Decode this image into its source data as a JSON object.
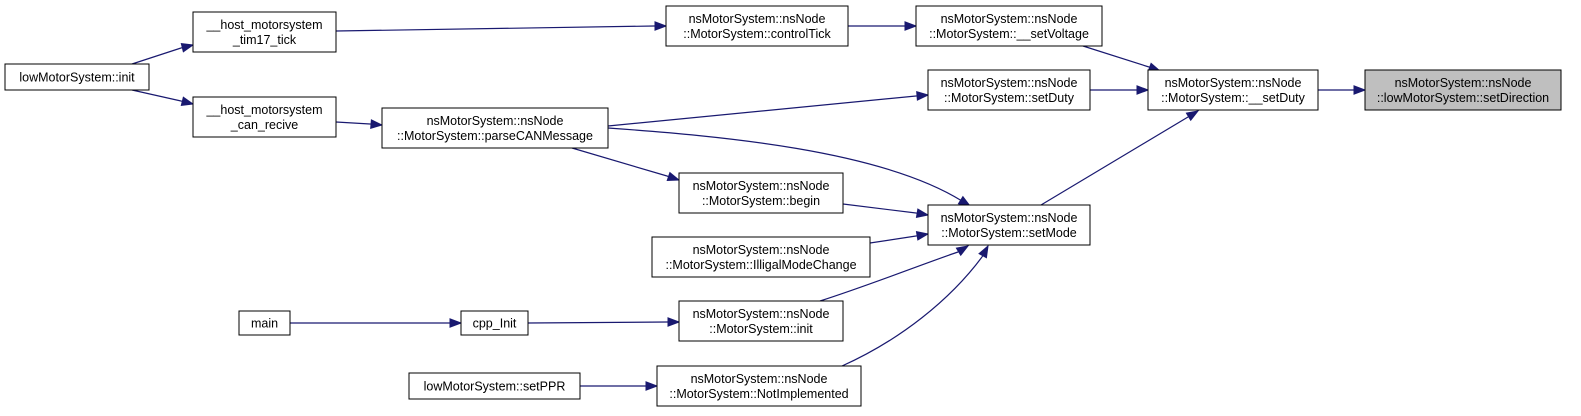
{
  "graph": {
    "nodes": {
      "lowmotor_init": [
        "lowMotorSystem::init"
      ],
      "host_tim17_tick": [
        "__host_motorsystem",
        "_tim17_tick"
      ],
      "host_can_recive": [
        "__host_motorsystem",
        "_can_recive"
      ],
      "control_tick": [
        "nsMotorSystem::nsNode",
        "::MotorSystem::controlTick"
      ],
      "set_voltage": [
        "nsMotorSystem::nsNode",
        "::MotorSystem::__setVoltage"
      ],
      "set_duty_pub": [
        "nsMotorSystem::nsNode",
        "::MotorSystem::setDuty"
      ],
      "set_duty_priv": [
        "nsMotorSystem::nsNode",
        "::MotorSystem::__setDuty"
      ],
      "set_direction": [
        "nsMotorSystem::nsNode",
        "::lowMotorSystem::setDirection"
      ],
      "parse_can": [
        "nsMotorSystem::nsNode",
        "::MotorSystem::parseCANMessage"
      ],
      "begin": [
        "nsMotorSystem::nsNode",
        "::MotorSystem::begin"
      ],
      "set_mode": [
        "nsMotorSystem::nsNode",
        "::MotorSystem::setMode"
      ],
      "illigal_mode": [
        "nsMotorSystem::nsNode",
        "::MotorSystem::IlligalModeChange"
      ],
      "main": [
        "main"
      ],
      "cpp_init": [
        "cpp_Init"
      ],
      "ms_init": [
        "nsMotorSystem::nsNode",
        "::MotorSystem::init"
      ],
      "set_ppr": [
        "lowMotorSystem::setPPR"
      ],
      "not_implemented": [
        "nsMotorSystem::nsNode",
        "::MotorSystem::NotImplemented"
      ]
    },
    "highlighted": "set_direction",
    "edges": [
      [
        "lowmotor_init",
        "host_tim17_tick"
      ],
      [
        "lowmotor_init",
        "host_can_recive"
      ],
      [
        "host_tim17_tick",
        "control_tick"
      ],
      [
        "host_can_recive",
        "parse_can"
      ],
      [
        "control_tick",
        "set_voltage"
      ],
      [
        "set_voltage",
        "set_duty_priv"
      ],
      [
        "parse_can",
        "set_duty_pub"
      ],
      [
        "parse_can",
        "begin"
      ],
      [
        "parse_can",
        "set_mode"
      ],
      [
        "set_duty_pub",
        "set_duty_priv"
      ],
      [
        "set_mode",
        "set_duty_priv"
      ],
      [
        "begin",
        "set_mode"
      ],
      [
        "illigal_mode",
        "set_mode"
      ],
      [
        "ms_init",
        "set_mode"
      ],
      [
        "not_implemented",
        "set_mode"
      ],
      [
        "main",
        "cpp_init"
      ],
      [
        "cpp_init",
        "ms_init"
      ],
      [
        "set_ppr",
        "not_implemented"
      ],
      [
        "set_duty_priv",
        "set_direction"
      ]
    ],
    "colors": {
      "edge": "#191970",
      "node_border": "#000000",
      "node_fill": "#ffffff",
      "highlight_fill": "#bfbfbf"
    }
  }
}
